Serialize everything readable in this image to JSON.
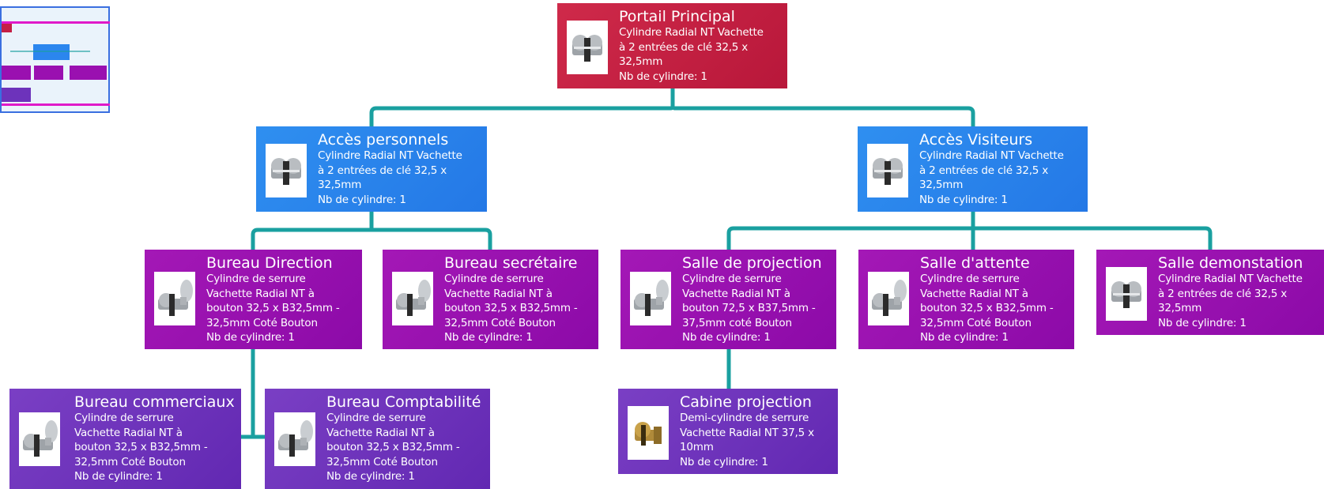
{
  "nodes": {
    "portail": {
      "title": "Portail Principal",
      "desc": "Cylindre Radial NT Vachette\nà 2 entrées de clé 32,5 x\n32,5mm",
      "count": "Nb de cylindre: 1"
    },
    "acces_personnels": {
      "title": "Accès personnels",
      "desc": "Cylindre Radial NT Vachette\nà 2 entrées de clé 32,5 x\n32,5mm",
      "count": "Nb de cylindre: 1"
    },
    "acces_visiteurs": {
      "title": "Accès Visiteurs",
      "desc": "Cylindre Radial NT Vachette\nà 2 entrées de clé 32,5 x\n32,5mm",
      "count": "Nb de cylindre: 1"
    },
    "bureau_direction": {
      "title": "Bureau Direction",
      "desc": "Cylindre de serrure\nVachette  Radial NT à\nbouton 32,5 x B32,5mm -\n32,5mm Coté Bouton",
      "count": "Nb de cylindre: 1"
    },
    "bureau_secretaire": {
      "title": "Bureau secrétaire",
      "desc": "Cylindre de serrure\nVachette  Radial NT à\nbouton 32,5 x B32,5mm -\n32,5mm Coté Bouton",
      "count": "Nb de cylindre: 1"
    },
    "salle_projection": {
      "title": "Salle de projection",
      "desc": "Cylindre de serrure\nVachette  Radial NT à\nbouton 72,5 x B37,5mm -\n37,5mm coté Bouton",
      "count": "Nb de cylindre: 1"
    },
    "salle_attente": {
      "title": "Salle d'attente",
      "desc": "Cylindre de serrure\nVachette  Radial NT à\nbouton 32,5 x B32,5mm -\n32,5mm Coté Bouton",
      "count": "Nb de cylindre: 1"
    },
    "salle_demonstation": {
      "title": "Salle demonstation",
      "desc": "Cylindre Radial NT Vachette\nà 2 entrées de clé 32,5 x\n32,5mm",
      "count": "Nb de cylindre: 1"
    },
    "bureau_commerciaux": {
      "title": "Bureau commerciaux",
      "desc": "Cylindre de serrure\nVachette  Radial NT à\nbouton 32,5 x B32,5mm -\n32,5mm Coté Bouton",
      "count": "Nb de cylindre: 1"
    },
    "bureau_comptabilite": {
      "title": "Bureau Comptabilité",
      "desc": "Cylindre de serrure\nVachette  Radial NT à\nbouton 32,5 x B32,5mm -\n32,5mm Coté Bouton",
      "count": "Nb de cylindre: 1"
    },
    "cabine_projection": {
      "title": "Cabine projection",
      "desc": "Demi-cylindre de serrure\nVachette Radial NT  37,5 x\n10mm",
      "count": "Nb de cylindre: 1"
    }
  },
  "colors": {
    "connector": "#1aa0a0",
    "level1": "#c41f45",
    "level2": "#2b86ee",
    "level3": "#9a10b0",
    "level4": "#6d33bb"
  },
  "icons": {
    "lock_cylinder": "lock-cylinder-icon",
    "knob_cylinder": "knob-cylinder-icon",
    "half_cylinder": "half-cylinder-icon"
  }
}
